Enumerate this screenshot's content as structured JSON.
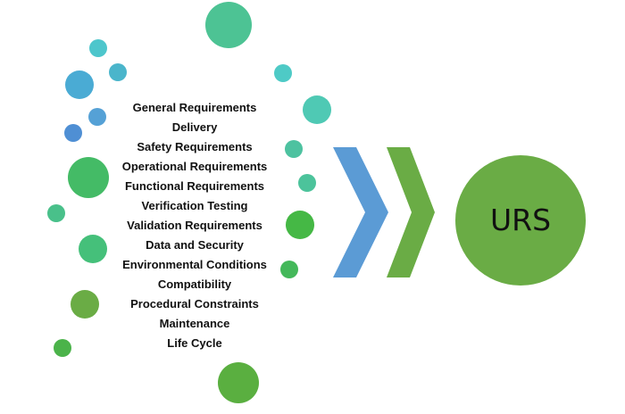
{
  "requirements": [
    "General Requirements",
    "Delivery",
    "Safety Requirements",
    "Operational Requirements",
    "Functional Requirements",
    "Verification Testing",
    "Validation Requirements",
    "Data and Security",
    "Environmental Conditions",
    "Compatibility",
    "Procedural Constraints",
    "Maintenance",
    "Life Cycle"
  ],
  "target": {
    "label": "URS",
    "color": "#6aac45"
  },
  "arrows": [
    {
      "name": "chevron-blue",
      "color": "#5b9bd5"
    },
    {
      "name": "chevron-green",
      "color": "#6aac45"
    }
  ],
  "bubble_colors": [
    "#4dc6cc",
    "#4ab5cb",
    "#4aabd4",
    "#55a1d6",
    "#4f8fd4",
    "#44bb66",
    "#49c08a",
    "#45c07a",
    "#6aac45",
    "#4bb34a",
    "#4dc394",
    "#4ecac6",
    "#4fc9b4",
    "#4dc2a0",
    "#4cc39b",
    "#45b845",
    "#44b85a",
    "#5aaf40"
  ]
}
